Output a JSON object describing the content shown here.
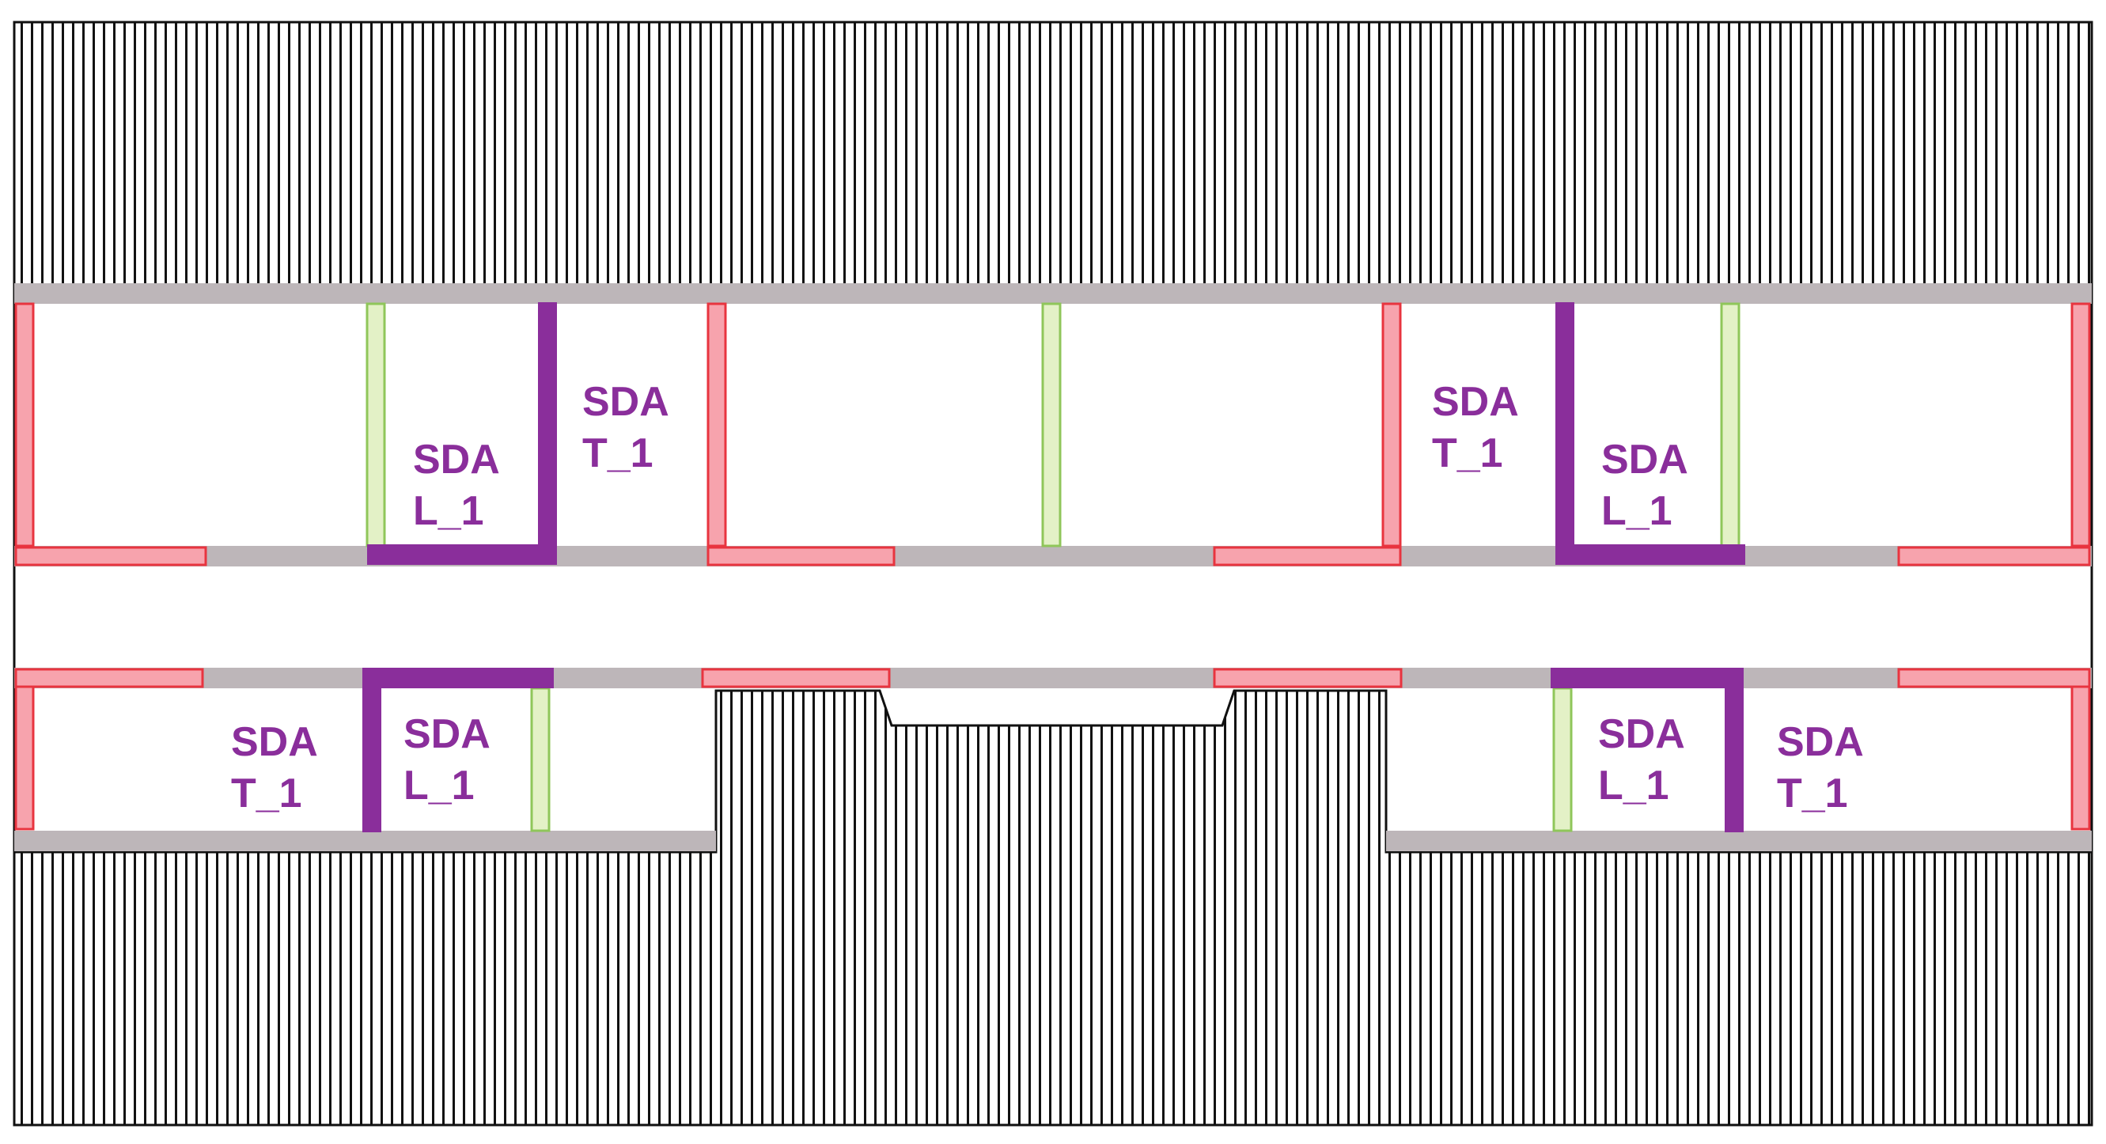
{
  "colors": {
    "hatch": "#111111",
    "gray_wall": "#bdb6b9",
    "red_fill": "#f7a3ad",
    "red_stroke": "#e8343f",
    "green_fill": "#e3f1c6",
    "green_stroke": "#8fc65a",
    "purple": "#8a2e9b",
    "background": "#ffffff"
  },
  "labels": {
    "sda_top_left_l": [
      "SDA",
      "L_1"
    ],
    "sda_top_left_t": [
      "SDA",
      "T_1"
    ],
    "sda_top_right_t": [
      "SDA",
      "T_1"
    ],
    "sda_top_right_l": [
      "SDA",
      "L_1"
    ],
    "sda_bottom_left_t": [
      "SDA",
      "T_1"
    ],
    "sda_bottom_left_l": [
      "SDA",
      "L_1"
    ],
    "sda_bottom_right_l": [
      "SDA",
      "L_1"
    ],
    "sda_bottom_right_t": [
      "SDA",
      "T_1"
    ]
  }
}
